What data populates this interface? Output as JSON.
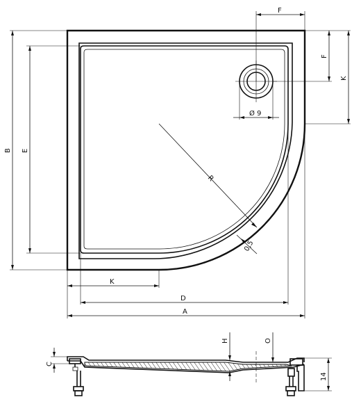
{
  "dimensions": {
    "A": "A",
    "B": "B",
    "D": "D",
    "E": "E",
    "F_top": "F",
    "F_side": "F",
    "K_side": "K",
    "K_bottom": "K",
    "R": "R",
    "drain": "Ø 9",
    "rim_offset": "0,5",
    "C": "C",
    "H": "H",
    "O": "O",
    "leg_height": "14"
  }
}
